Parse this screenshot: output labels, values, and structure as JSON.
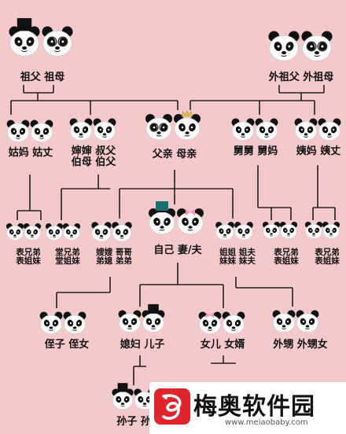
{
  "nodes": {
    "grandparents": {
      "label": "祖父 祖母"
    },
    "maternal_grandparents": {
      "label": "外祖父 外祖母"
    },
    "paternal_aunt": {
      "label": "姑妈 姑丈"
    },
    "paternal_uncle": {
      "label": "婶婶 叔父",
      "label2": "伯母 伯父"
    },
    "parents": {
      "label": "父亲 母亲"
    },
    "maternal_uncle": {
      "label": "舅舅 舅妈"
    },
    "maternal_aunt": {
      "label": "姨妈 姨丈"
    },
    "cousins_paternal_aunt": {
      "label": "表兄弟",
      "label2": "表姐妹"
    },
    "cousins_paternal_uncle": {
      "label": "堂兄弟",
      "label2": "堂姐妹"
    },
    "brothers": {
      "label": "嫂嫂 哥哥",
      "label2": "弟媳 弟弟"
    },
    "self": {
      "label": "自己 妻/夫"
    },
    "sisters": {
      "label": "姐姐 姐夫",
      "label2": "妹妹 妹夫"
    },
    "cousins_maternal_uncle": {
      "label": "表兄弟",
      "label2": "表姐妹"
    },
    "cousins_maternal_aunt": {
      "label": "表兄弟",
      "label2": "表姐妹"
    },
    "nephews": {
      "label": "侄子 侄女"
    },
    "son": {
      "label": "媳妇 儿子"
    },
    "daughter": {
      "label": "女儿 女婿"
    },
    "sister_children": {
      "label": "外甥 外甥女"
    },
    "grandchildren": {
      "label": "孙子 孙"
    }
  },
  "watermark": {
    "name": "梅奥软件园",
    "url": "www.meiaobaby.com"
  },
  "colors": {
    "background": "#f4c9cc",
    "line": "#222222"
  }
}
